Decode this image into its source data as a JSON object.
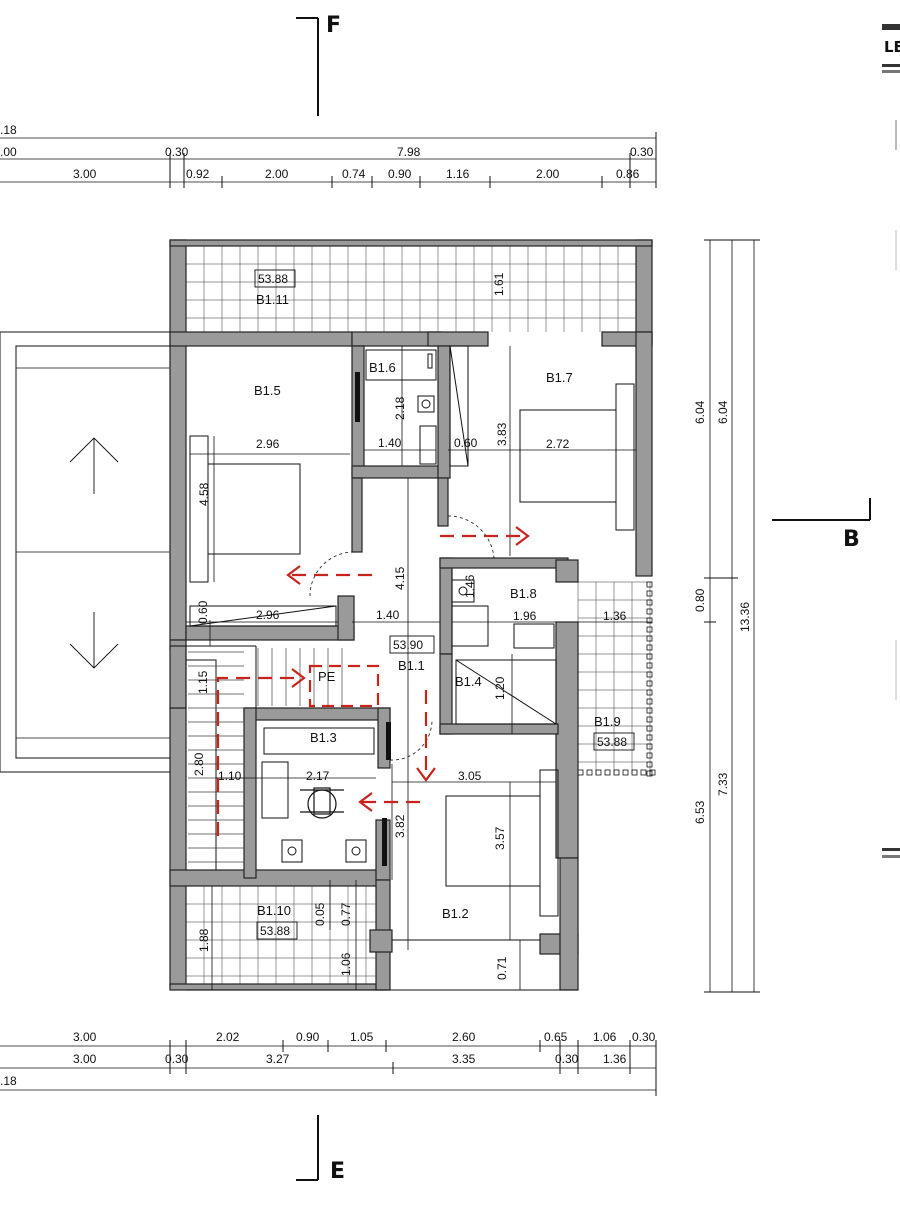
{
  "section_marks": {
    "top": "F",
    "bottom": "E",
    "right": "B"
  },
  "legend_fragment": "LE",
  "rooms": [
    {
      "id": "B1.1",
      "area": "53.90"
    },
    {
      "id": "B1.2"
    },
    {
      "id": "B1.3"
    },
    {
      "id": "B1.4"
    },
    {
      "id": "B1.5"
    },
    {
      "id": "B1.6"
    },
    {
      "id": "B1.7"
    },
    {
      "id": "B1.8"
    },
    {
      "id": "B1.9",
      "area": "53.88"
    },
    {
      "id": "B1.10",
      "area": "53.88"
    },
    {
      "id": "B1.11",
      "area": "53.88"
    },
    {
      "id": "PE"
    }
  ],
  "dimensions": {
    "top_total": ".18",
    "top_row1": [
      ".00",
      "0.30",
      "7.98",
      "0.30"
    ],
    "top_row2": [
      "3.00",
      "0.92",
      "2.00",
      "0.74",
      "0.90",
      "1.16",
      "2.00",
      "0.86"
    ],
    "bottom_row1": [
      "3.00",
      "2.02",
      "0.90",
      "1.05",
      "2.60",
      "0.65",
      "1.06",
      "0.30"
    ],
    "bottom_row2": [
      "3.00",
      "0.30",
      "3.27",
      "3.35",
      "0.30",
      "1.36"
    ],
    "bottom_total": ".18",
    "right_vertical": [
      "6.04",
      "6.04",
      "0.80",
      "13.36",
      "6.53",
      "7.33"
    ],
    "interior": [
      "1.61",
      "2.18",
      "1.40",
      "0.60",
      "3.83",
      "2.96",
      "2.72",
      "4.58",
      "4.15",
      "1.46",
      "1.96",
      "1.36",
      "0.60",
      "2.96",
      "1.40",
      "1.15",
      "1.20",
      "2.80",
      "1.10",
      "2.17",
      "3.05",
      "3.82",
      "3.57",
      "0.05",
      "0.77",
      "1.88",
      "1.06",
      "0.71"
    ]
  }
}
